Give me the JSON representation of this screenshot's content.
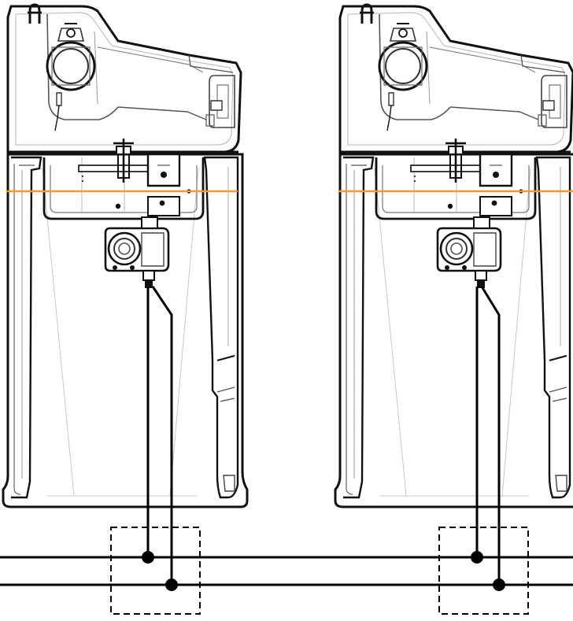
{
  "diagram": {
    "units": 2,
    "connection_points_per_unit": 2,
    "colors": {
      "background": "#ffffff",
      "outline": "#111111",
      "detail": "#555555",
      "faint": "#b5b5b5",
      "level_line": "#f0a020",
      "wire": "#000000",
      "junction_box": "#000000"
    },
    "bus_lines": 2,
    "junction_box_style": "dashed"
  }
}
